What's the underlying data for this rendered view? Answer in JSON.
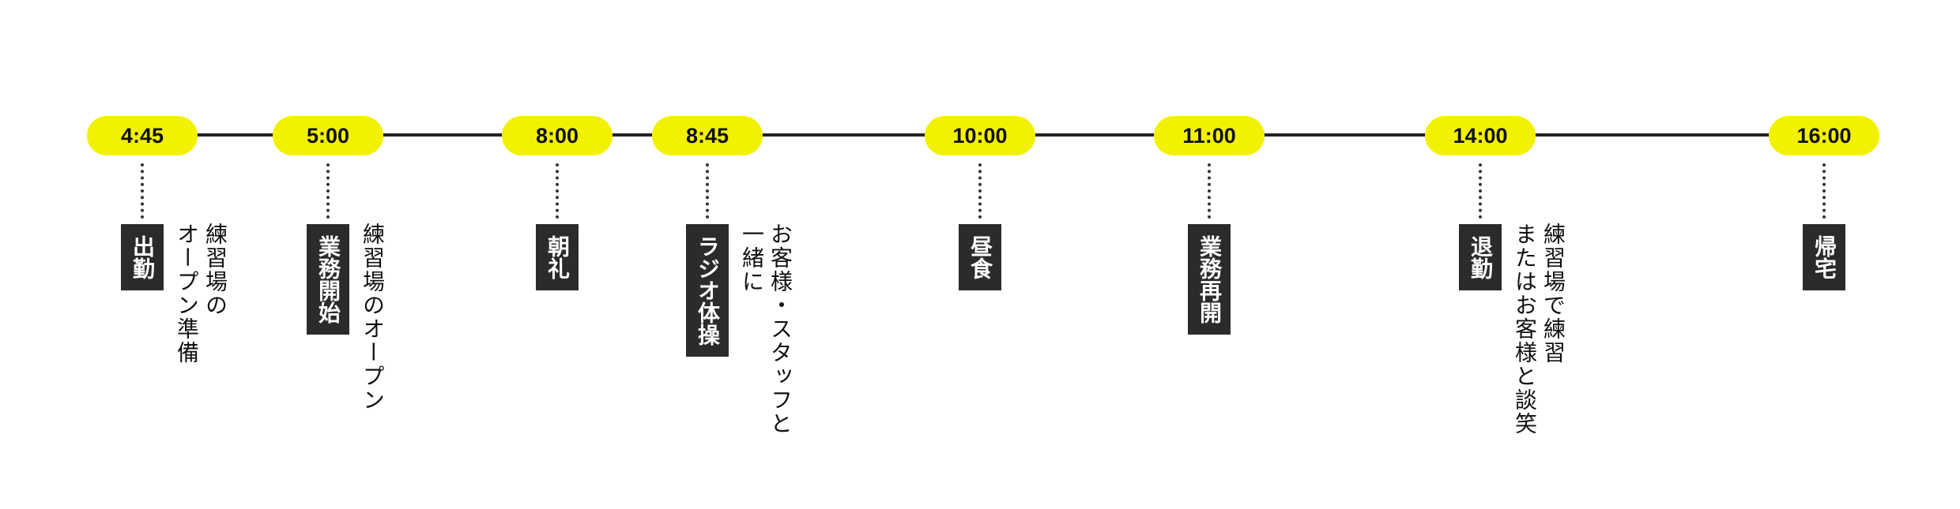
{
  "timeline": {
    "events": [
      {
        "time": "4:45",
        "label": "出勤",
        "note": "練習場の\nオープン準備"
      },
      {
        "time": "5:00",
        "label": "業務開始",
        "note": "練習場のオープン"
      },
      {
        "time": "8:00",
        "label": "朝礼",
        "note": ""
      },
      {
        "time": "8:45",
        "label": "ラジオ体操",
        "note": "お客様・スタッフと\n一緒に"
      },
      {
        "time": "10:00",
        "label": "昼食",
        "note": ""
      },
      {
        "time": "11:00",
        "label": "業務再開",
        "note": ""
      },
      {
        "time": "14:00",
        "label": "退勤",
        "note": "練習場で練習\nまたはお客様と談笑"
      },
      {
        "time": "16:00",
        "label": "帰宅",
        "note": ""
      }
    ]
  },
  "colors": {
    "pill": "#f2f200",
    "tag": "#2b2b2b",
    "line": "#222222"
  }
}
